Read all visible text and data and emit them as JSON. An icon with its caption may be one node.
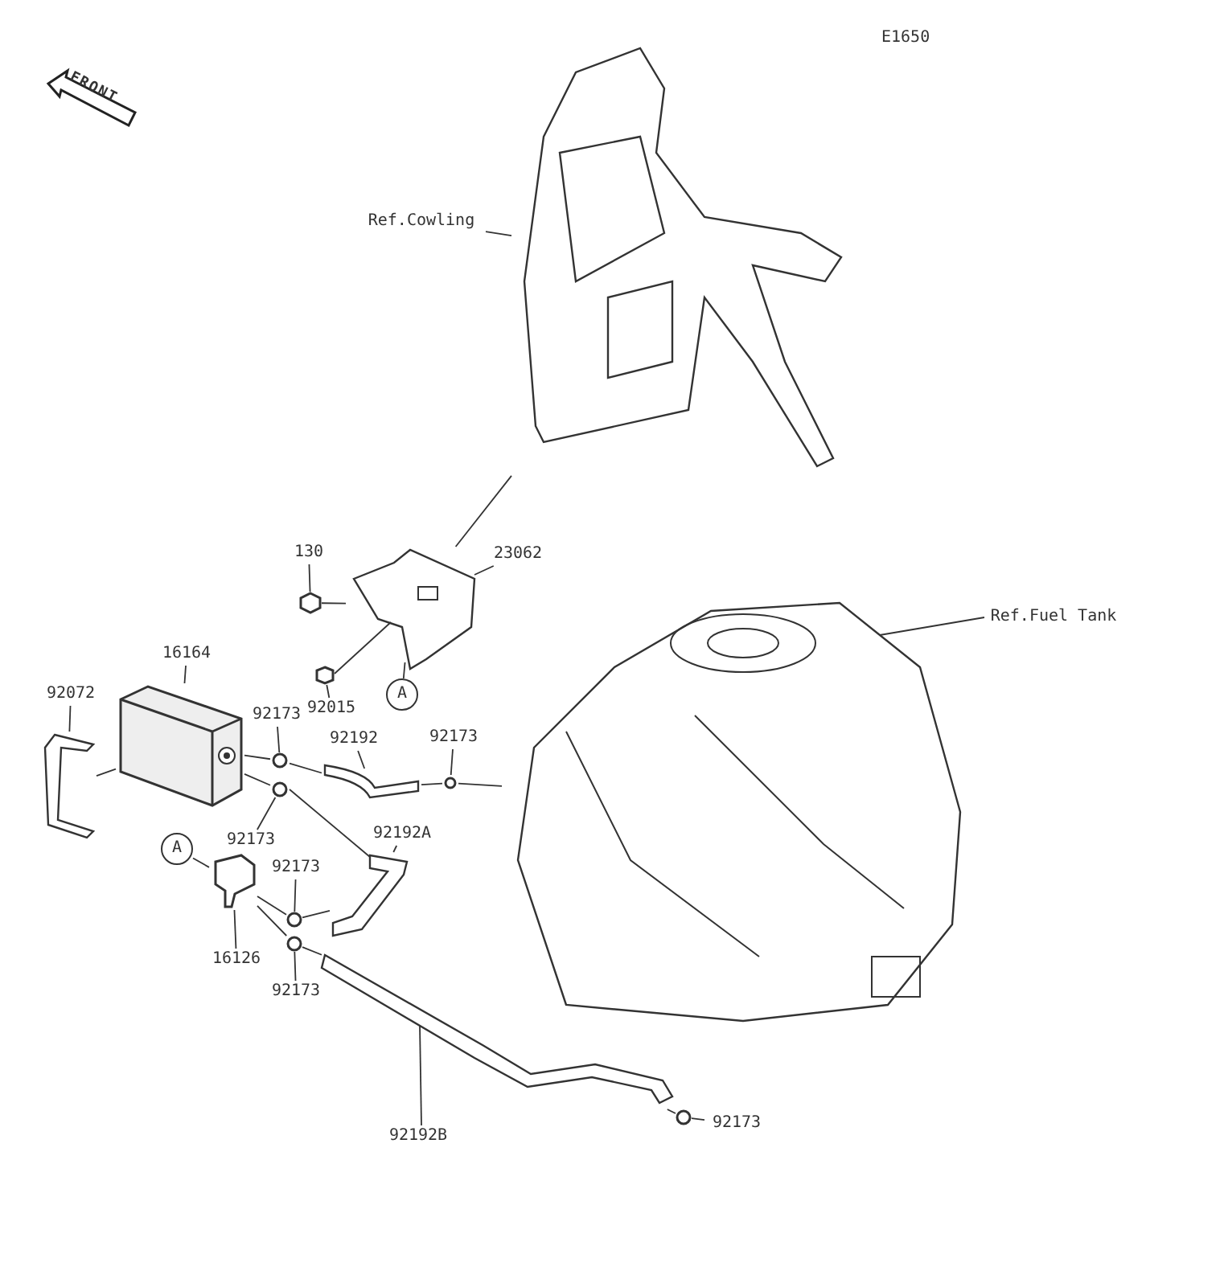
{
  "diagram": {
    "nodes": [
      {
        "text": [
          "Ref.Cowling"
        ]
      },
      {
        "text": [],
        "shape": "picture"
      },
      {
        "text": [
          "Ref.Fuel Tank"
        ]
      },
      {
        "text": [],
        "shape": "picture"
      },
      {
        "text": [
          "23062"
        ]
      },
      {
        "text": [],
        "shape": "picture"
      },
      {
        "text": [
          "130"
        ]
      },
      {
        "text": [],
        "shape": "picture"
      },
      {
        "text": [
          "92015"
        ]
      },
      {
        "text": [],
        "shape": "picture"
      },
      {
        "text": [
          "A"
        ]
      },
      {
        "text": [
          "16164"
        ]
      },
      {
        "text": [],
        "shape": "picture"
      },
      {
        "text": [
          "92072"
        ]
      },
      {
        "text": [],
        "shape": "picture"
      },
      {
        "text": [
          "92173"
        ]
      },
      {
        "text": [],
        "shape": "picture"
      },
      {
        "text": [
          "92173"
        ]
      },
      {
        "text": [],
        "shape": "picture"
      },
      {
        "text": [
          "92192"
        ]
      },
      {
        "text": [],
        "shape": "picture"
      },
      {
        "text": [
          "92173"
        ]
      },
      {
        "text": [],
        "shape": "picture"
      },
      {
        "text": [
          "92192A"
        ]
      },
      {
        "text": [],
        "shape": "picture"
      },
      {
        "text": [
          "A"
        ]
      },
      {
        "text": [],
        "shape": "picture"
      },
      {
        "text": [
          "16126"
        ]
      },
      {
        "text": [
          "92173"
        ]
      },
      {
        "text": [],
        "shape": "picture"
      },
      {
        "text": [
          "92173"
        ]
      },
      {
        "text": [],
        "shape": "picture"
      },
      {
        "text": [
          "92192B"
        ]
      },
      {
        "text": [],
        "shape": "picture"
      },
      {
        "text": [
          "92173"
        ]
      },
      {
        "text": [],
        "shape": "picture"
      }
    ],
    "edges": [
      {
        "from": 0,
        "to": 1,
        "arrow": "none"
      },
      {
        "from": 2,
        "to": 3,
        "arrow": "none"
      },
      {
        "from": 4,
        "to": 5,
        "arrow": "none"
      },
      {
        "from": 6,
        "to": 7,
        "arrow": "none"
      },
      {
        "from": 8,
        "to": 9,
        "arrow": "none"
      },
      {
        "from": 11,
        "to": 12,
        "arrow": "none"
      },
      {
        "from": 13,
        "to": 14,
        "arrow": "none"
      },
      {
        "from": 15,
        "to": 16,
        "arrow": "none"
      },
      {
        "from": 17,
        "to": 18,
        "arrow": "none"
      },
      {
        "from": 19,
        "to": 20,
        "arrow": "none"
      },
      {
        "from": 21,
        "to": 22,
        "arrow": "none"
      },
      {
        "from": 23,
        "to": 24,
        "arrow": "none"
      },
      {
        "from": 27,
        "to": 26,
        "arrow": "none"
      },
      {
        "from": 28,
        "to": 29,
        "arrow": "none"
      },
      {
        "from": 30,
        "to": 31,
        "arrow": "none"
      },
      {
        "from": 32,
        "to": 33,
        "arrow": "none"
      },
      {
        "from": 34,
        "to": 35,
        "arrow": "none"
      },
      {
        "from": 5,
        "to": 1,
        "arrow": "none"
      },
      {
        "from": 7,
        "to": 5,
        "arrow": "none"
      },
      {
        "from": 9,
        "to": 5,
        "arrow": "none"
      },
      {
        "from": 10,
        "to": 5,
        "arrow": "none"
      },
      {
        "from": 14,
        "to": 12,
        "arrow": "none"
      },
      {
        "from": 12,
        "to": 16,
        "arrow": "none"
      },
      {
        "from": 12,
        "to": 18,
        "arrow": "none"
      },
      {
        "from": 16,
        "to": 20,
        "arrow": "none"
      },
      {
        "from": 18,
        "to": 24,
        "arrow": "none"
      },
      {
        "from": 20,
        "to": 22,
        "arrow": "none"
      },
      {
        "from": 22,
        "to": 3,
        "arrow": "none"
      },
      {
        "from": 25,
        "to": 26,
        "arrow": "none"
      },
      {
        "from": 26,
        "to": 29,
        "arrow": "none"
      },
      {
        "from": 26,
        "to": 31,
        "arrow": "none"
      },
      {
        "from": 29,
        "to": 24,
        "arrow": "none"
      },
      {
        "from": 31,
        "to": 33,
        "arrow": "none"
      },
      {
        "from": 33,
        "to": 35,
        "arrow": "none"
      }
    ],
    "labels": [
      "E1650",
      "FRONT"
    ]
  }
}
